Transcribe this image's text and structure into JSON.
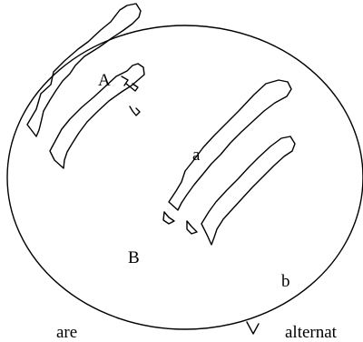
{
  "labels": {
    "A": "A",
    "a": "a",
    "B": "B",
    "b": "b"
  },
  "caption": {
    "left": "are",
    "right": "alternat"
  }
}
